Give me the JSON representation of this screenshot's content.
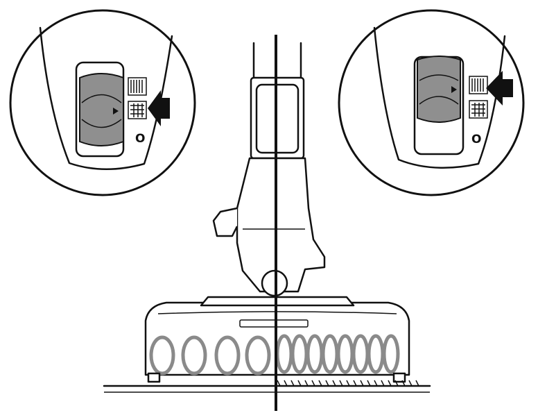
{
  "left_callout": {
    "power_label": "O",
    "selected_mode": "carpet"
  },
  "right_callout": {
    "power_label": "O",
    "selected_mode": "hard-floor"
  },
  "icons": [
    "hard-floor-mode-icon",
    "carpet-mode-icon",
    "arrow-pointer-icon"
  ],
  "colors": {
    "ink": "#111111",
    "switch_gray": "#8f8f8f",
    "brush_roll_gray": "#8a8a8a",
    "background": "#ffffff"
  }
}
